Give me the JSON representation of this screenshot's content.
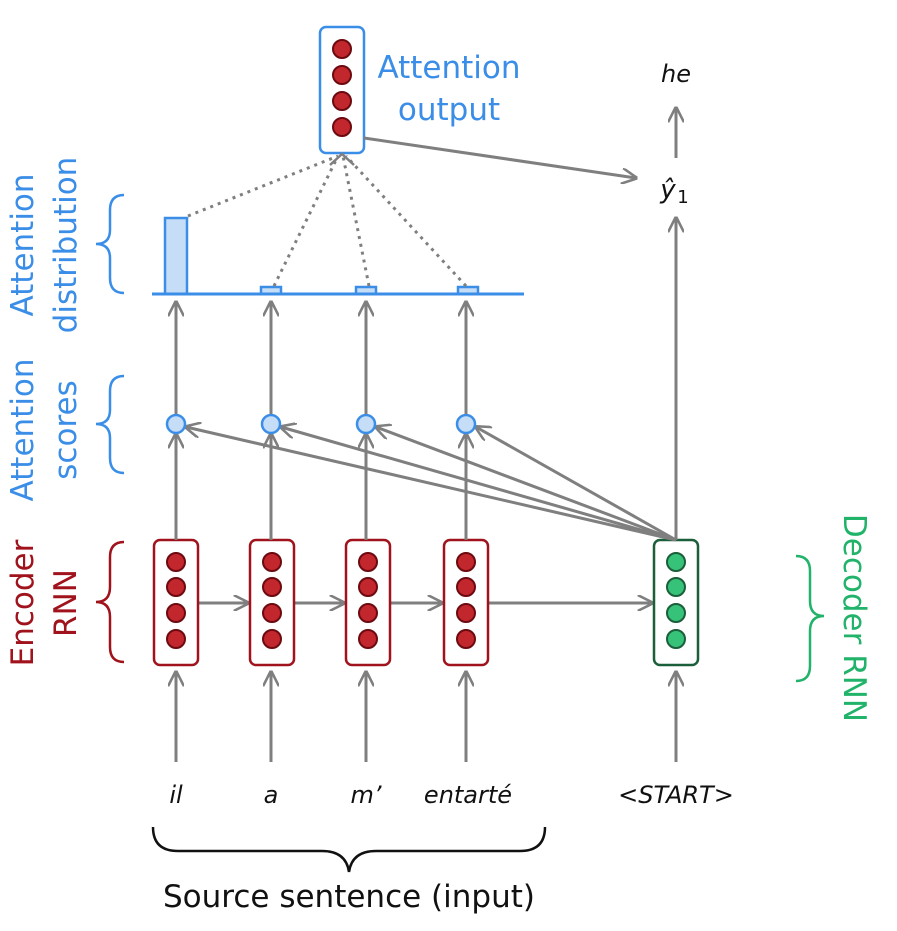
{
  "colors": {
    "encoder": "#a0131c",
    "encoder_fill": "#c1272d",
    "decoder": "#1e6e44",
    "decoder_stroke": "#1b5e3a",
    "decoder_text": "#22b36a",
    "decoder_fill": "#37c27a",
    "attention": "#3b8ee8",
    "attention_fill": "#c6ddf7",
    "arrow": "#7f7f7f",
    "text": "#111111"
  },
  "labels": {
    "attention_output": [
      "Attention",
      "output"
    ],
    "attention_distribution": [
      "Attention",
      "distribution"
    ],
    "attention_scores": [
      "Attention",
      "scores"
    ],
    "encoder_rnn": [
      "Encoder",
      "RNN"
    ],
    "decoder_rnn": "Decoder RNN",
    "source_sentence": "Source sentence (input)",
    "output_word": "he",
    "output_hat": "ŷ",
    "output_sub": "1",
    "decoder_input": "<START>"
  },
  "source_words": [
    "il",
    "a",
    "m’",
    "entarté"
  ],
  "attention_distribution": [
    1.0,
    0.08,
    0.08,
    0.08
  ]
}
